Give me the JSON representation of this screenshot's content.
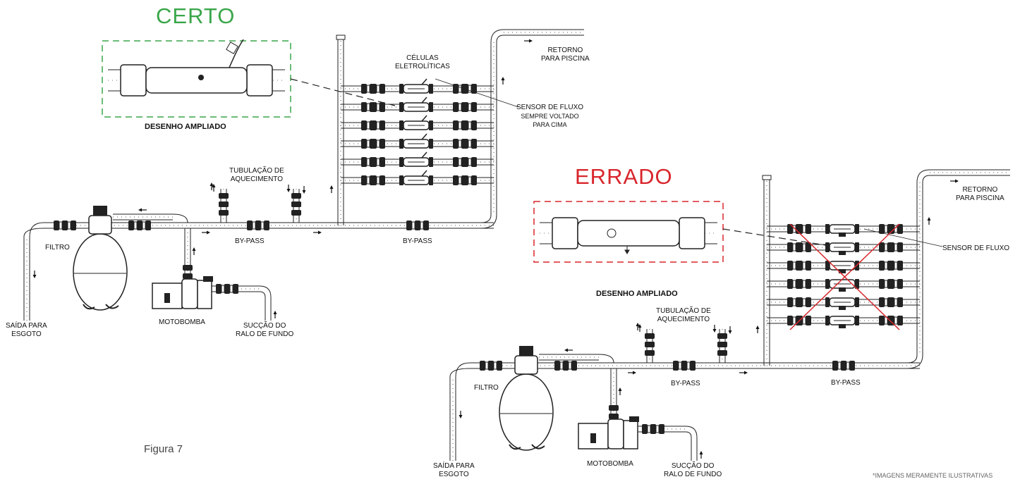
{
  "correct": {
    "heading": "CERTO",
    "zoom_label": "DESENHO AMPLIADO",
    "cells_label": [
      "CÉLULAS",
      "ELETROLÍTICAS"
    ],
    "return_label": [
      "RETORNO",
      "PARA PISCINA"
    ],
    "sensor_label": [
      "SENSOR DE FLUXO",
      "SEMPRE VOLTADO",
      "PARA CIMA"
    ],
    "heating_label": [
      "TUBULAÇÃO DE",
      "AQUECIMENTO"
    ],
    "bypass_left": "BY-PASS",
    "bypass_right": "BY-PASS",
    "filter_label": "FILTRO",
    "drain_label": [
      "SAÍDA PARA",
      "ESGOTO"
    ],
    "pump_label": "MOTOBOMBA",
    "suction_label": [
      "SUCÇÃO DO",
      "RALO DE FUNDO"
    ]
  },
  "wrong": {
    "heading": "ERRADO",
    "zoom_label": "DESENHO AMPLIADO",
    "return_label": [
      "RETORNO",
      "PARA PISCINA"
    ],
    "sensor_label": "SENSOR DE FLUXO",
    "heating_label": [
      "TUBULAÇÃO DE",
      "AQUECIMENTO"
    ],
    "bypass_left": "BY-PASS",
    "bypass_right": "BY-PASS",
    "filter_label": "FILTRO",
    "drain_label": [
      "SAÍDA PARA",
      "ESGOTO"
    ],
    "pump_label": "MOTOBOMBA",
    "suction_label": [
      "SUCÇÃO DO",
      "RALO DE FUNDO"
    ]
  },
  "figure_caption": "Figura 7",
  "disclaimer": "*IMAGENS MERAMENTE ILUSTRATIVAS",
  "colors": {
    "correct": "#3aa64a",
    "wrong": "#d8262c",
    "line": "#222222",
    "frame_correct": "#3aa64a",
    "frame_wrong": "#d8262c"
  }
}
